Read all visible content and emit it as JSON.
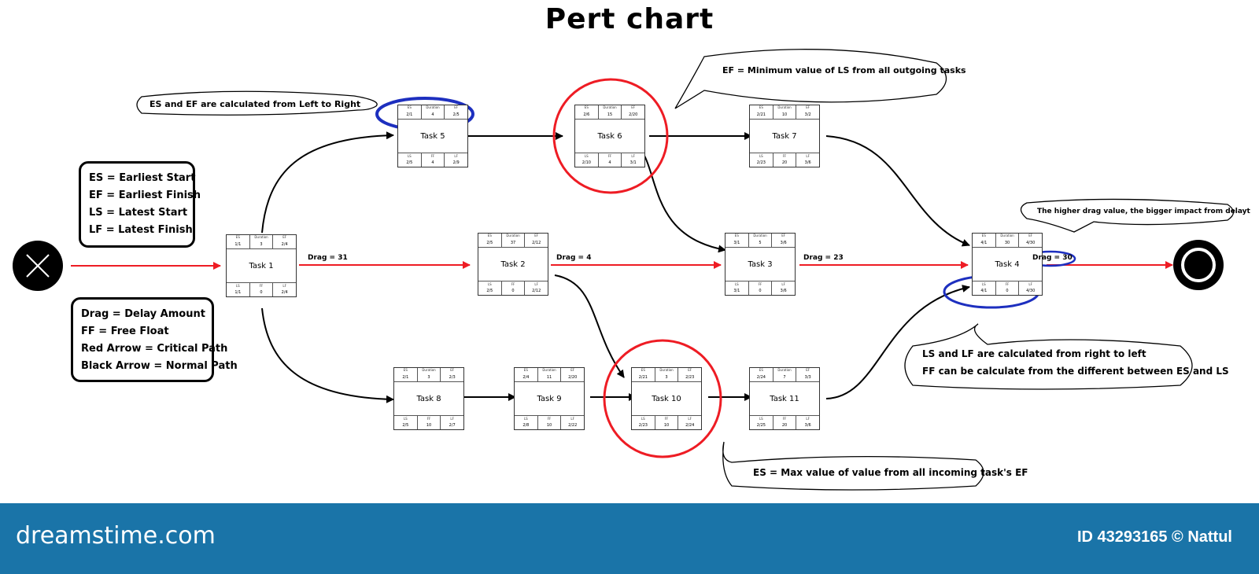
{
  "title": "Pert chart",
  "legend_terms": [
    "ES = Earliest Start",
    "EF = Earliest Finish",
    "LS = Latest Start",
    "LF = Latest Finish"
  ],
  "legend_arrows": [
    "Drag = Delay Amount",
    "FF = Free Float",
    "Red Arrow = Critical Path",
    "Black Arrow = Normal Path"
  ],
  "tasks": {
    "t1": {
      "name": "Task 1",
      "top": [
        "1/1",
        "3",
        "2/4"
      ],
      "bot": [
        "1/1",
        "0",
        "2/4"
      ]
    },
    "t2": {
      "name": "Task 2",
      "top": [
        "2/5",
        "37",
        "2/12"
      ],
      "bot": [
        "2/5",
        "0",
        "2/12"
      ]
    },
    "t3": {
      "name": "Task 3",
      "top": [
        "3/1",
        "5",
        "3/6"
      ],
      "bot": [
        "3/1",
        "0",
        "3/6"
      ]
    },
    "t4": {
      "name": "Task 4",
      "top": [
        "4/1",
        "30",
        "4/30"
      ],
      "bot": [
        "4/1",
        "0",
        "4/30"
      ]
    },
    "t5": {
      "name": "Task 5",
      "top": [
        "2/1",
        "4",
        "2/5"
      ],
      "bot": [
        "2/5",
        "4",
        "2/9"
      ]
    },
    "t6": {
      "name": "Task 6",
      "top": [
        "2/6",
        "15",
        "2/20"
      ],
      "bot": [
        "2/10",
        "4",
        "3/1"
      ]
    },
    "t7": {
      "name": "Task 7",
      "top": [
        "2/21",
        "10",
        "3/2"
      ],
      "bot": [
        "2/23",
        "20",
        "3/6"
      ]
    },
    "t8": {
      "name": "Task 8",
      "top": [
        "2/1",
        "3",
        "2/3"
      ],
      "bot": [
        "2/5",
        "10",
        "2/7"
      ]
    },
    "t9": {
      "name": "Task 9",
      "top": [
        "2/4",
        "11",
        "2/20"
      ],
      "bot": [
        "2/8",
        "10",
        "2/22"
      ]
    },
    "t10": {
      "name": "Task 10",
      "top": [
        "2/21",
        "3",
        "2/23"
      ],
      "bot": [
        "2/23",
        "10",
        "2/24"
      ]
    },
    "t11": {
      "name": "Task 11",
      "top": [
        "2/24",
        "7",
        "3/3"
      ],
      "bot": [
        "2/25",
        "20",
        "3/6"
      ]
    }
  },
  "cell_labels": {
    "top": [
      "ES",
      "Duration",
      "EF"
    ],
    "bot": [
      "LS",
      "FF",
      "LF"
    ]
  },
  "drags": {
    "d1": "Drag = 31",
    "d2": "Drag = 4",
    "d3": "Drag = 23",
    "d4": "Drag = 30"
  },
  "notes": {
    "es_ef_left_right": "ES and EF are calculated from Left to Right",
    "ef_min": "EF = Minimum value of LS from all outgoing tasks",
    "higher_drag": "The higher drag value, the bigger impact from delayt",
    "ls_lf_line1": "LS and LF are calculated from right to left",
    "ls_lf_line2": "FF can be calculate from the different between ES and LS",
    "es_max": "ES = Max value of value from all incoming task's EF"
  },
  "footer": {
    "brand": "dreamstime.com",
    "stock_id": "ID 43293165 © Nattul"
  },
  "colors": {
    "critical": "#ee1c24",
    "highlight_blue": "#1d2fbf",
    "footer_bg": "#1a74a8"
  }
}
